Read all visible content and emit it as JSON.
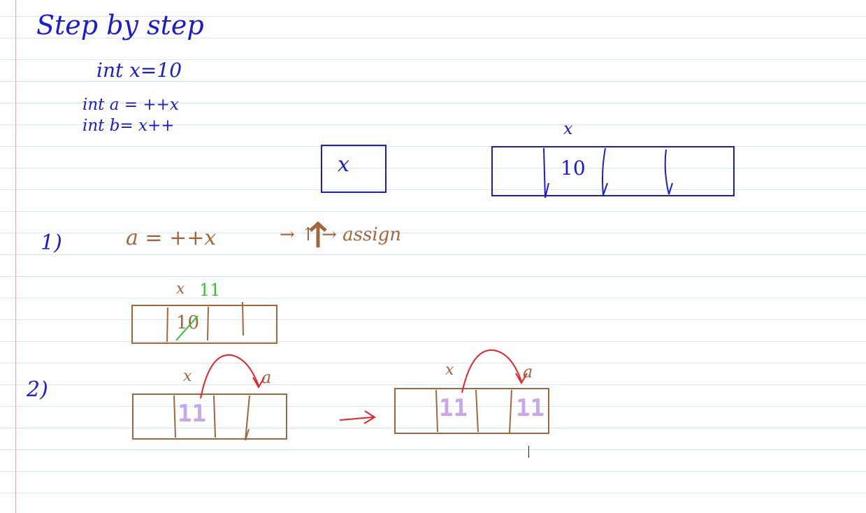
{
  "title": "Step by step",
  "code": {
    "line1": "int x=10",
    "line2": "int a = ++x",
    "line3": "int b= x++"
  },
  "box_var": "x",
  "memory": {
    "label": "x",
    "value": "10"
  },
  "step1": {
    "number": "1)",
    "expr": "a = ++x",
    "flow": "→ ↑ → assign",
    "label": "x",
    "new_value": "11",
    "old_value": "10"
  },
  "step2": {
    "number": "2)",
    "left": {
      "label_x": "x",
      "label_a": "a",
      "value": "11"
    },
    "arrow": "→",
    "right": {
      "label_x": "x",
      "label_a": "a",
      "value_x": "11",
      "value_a": "11"
    }
  },
  "colors": {
    "blue_ink": "#1b1bd6",
    "brown_ink": "#a0673f",
    "green_ink": "#2ec52e",
    "red_ink": "#e8212b",
    "lilac_ink": "#c6a6ef"
  }
}
